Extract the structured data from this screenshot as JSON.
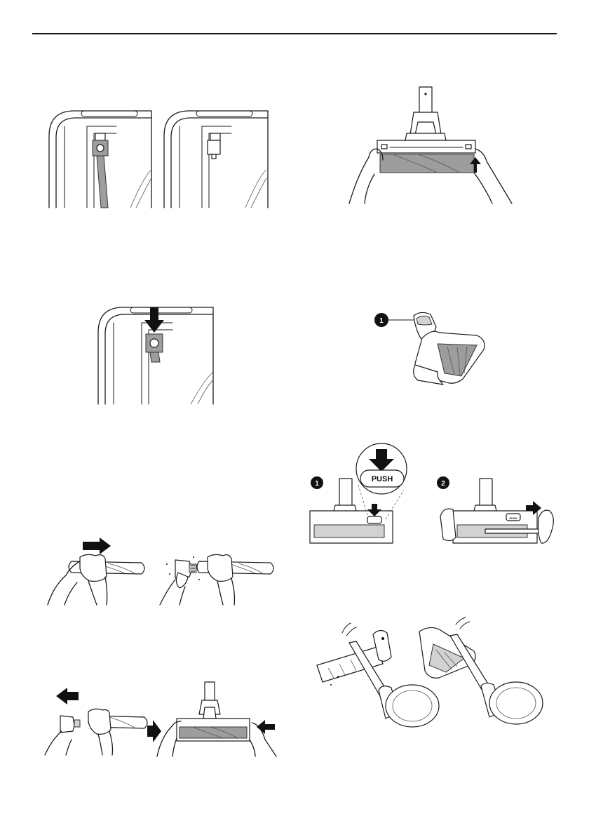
{
  "illustrations": {
    "remove_nozzle": {
      "push_label": "PUSH",
      "steps": [
        "1",
        "2"
      ]
    },
    "mini_nozzle": {
      "marker": "1"
    }
  }
}
